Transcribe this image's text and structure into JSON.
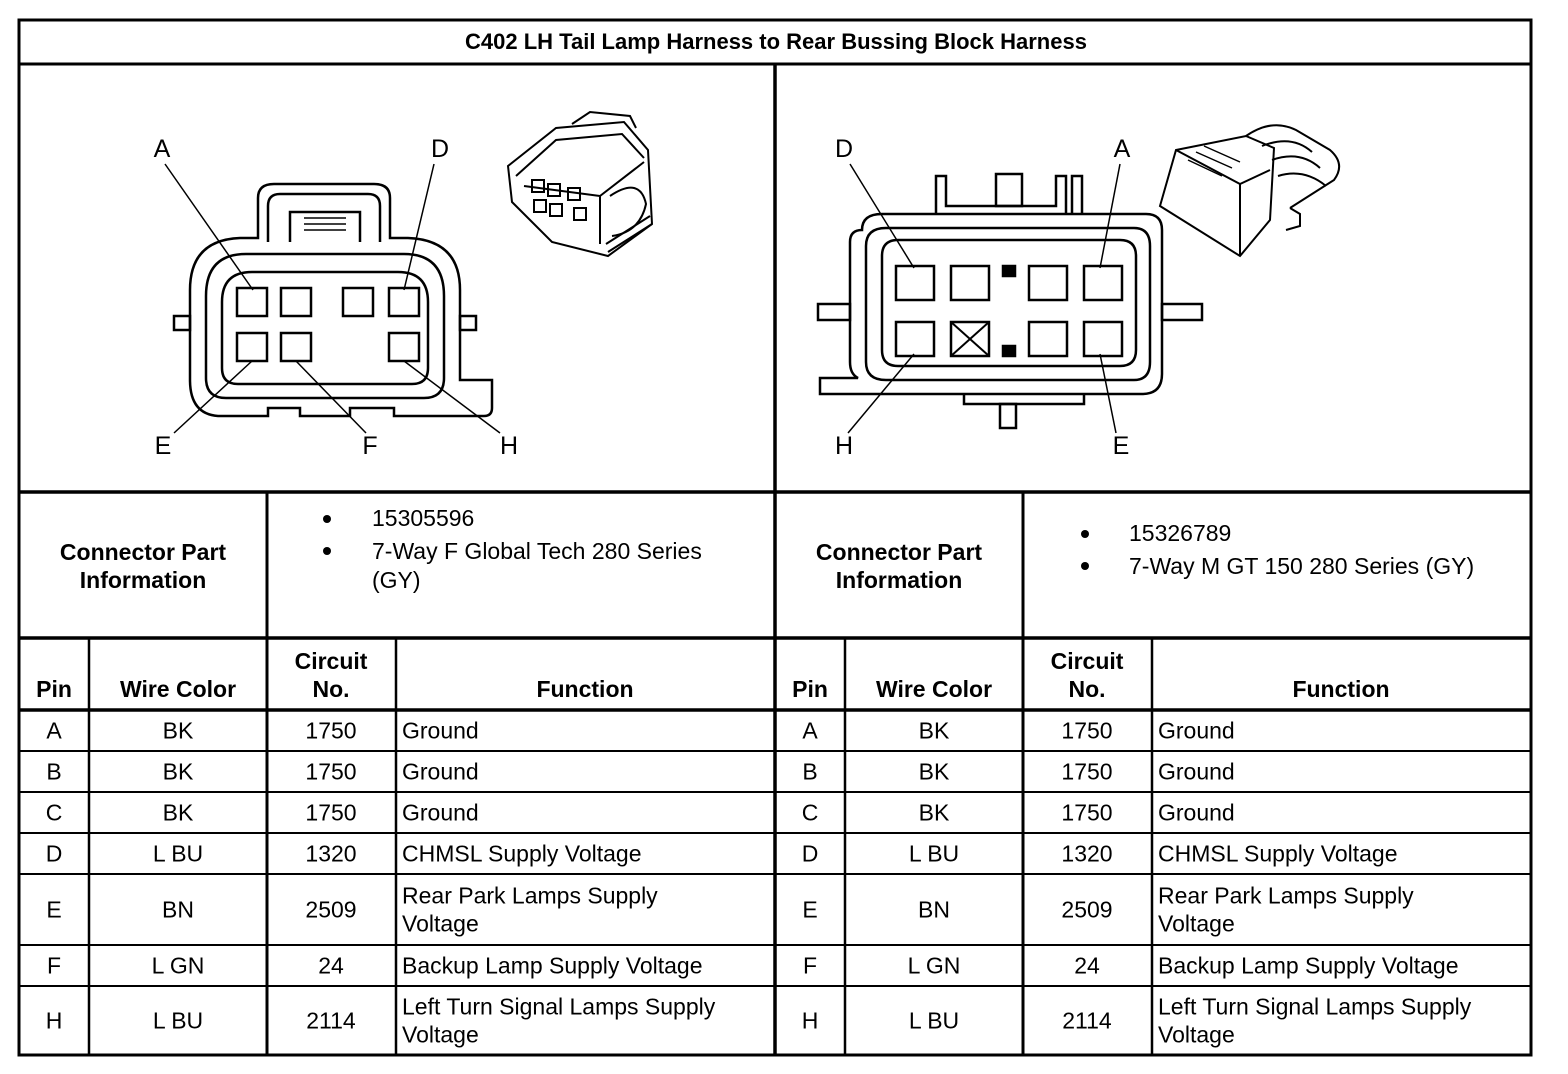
{
  "title": "C402 LH Tail Lamp Harness to Rear Bussing Block Harness",
  "connectors": [
    {
      "info_label_line1": "Connector Part",
      "info_label_line2": "Information",
      "part_number": "15305596",
      "description_line1": "7-Way F Global Tech 280 Series",
      "description_line2": "(GY)",
      "diagram_pin_labels": [
        "A",
        "D",
        "E",
        "F",
        "H"
      ]
    },
    {
      "info_label_line1": "Connector Part",
      "info_label_line2": "Information",
      "part_number": "15326789",
      "description_line1": "7-Way M GT 150 280 Series (GY)",
      "description_line2": "",
      "diagram_pin_labels": [
        "D",
        "A",
        "H",
        "E"
      ]
    }
  ],
  "columns": {
    "pin": "Pin",
    "wire_color": "Wire Color",
    "circuit_line1": "Circuit",
    "circuit_line2": "No.",
    "function": "Function"
  },
  "rows": [
    {
      "pin": "A",
      "wire_color": "BK",
      "circuit": "1750",
      "function": [
        "Ground"
      ]
    },
    {
      "pin": "B",
      "wire_color": "BK",
      "circuit": "1750",
      "function": [
        "Ground"
      ]
    },
    {
      "pin": "C",
      "wire_color": "BK",
      "circuit": "1750",
      "function": [
        "Ground"
      ]
    },
    {
      "pin": "D",
      "wire_color": "L BU",
      "circuit": "1320",
      "function": [
        "CHMSL Supply Voltage"
      ]
    },
    {
      "pin": "E",
      "wire_color": "BN",
      "circuit": "2509",
      "function": [
        "Rear Park Lamps Supply",
        "Voltage"
      ]
    },
    {
      "pin": "F",
      "wire_color": "L GN",
      "circuit": "24",
      "function": [
        "Backup Lamp Supply Voltage"
      ]
    },
    {
      "pin": "H",
      "wire_color": "L BU",
      "circuit": "2114",
      "function": [
        "Left Turn Signal Lamps Supply",
        "Voltage"
      ]
    }
  ]
}
